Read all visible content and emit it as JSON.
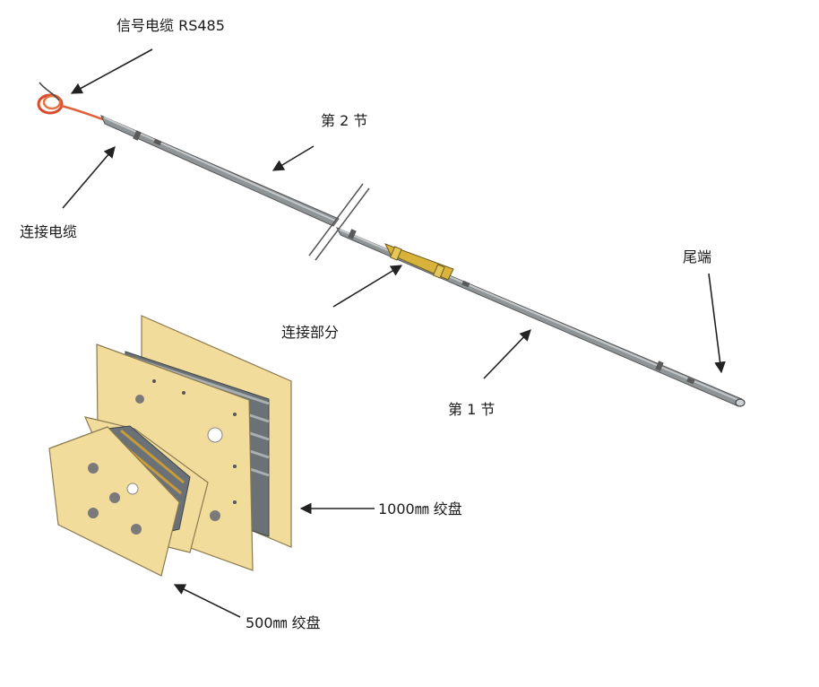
{
  "labels": {
    "signal_cable": "信号电缆 RS485",
    "connecting_cable": "连接电缆",
    "section_2": "第 2 节",
    "connecting_part": "连接部分",
    "section_1": "第 1 节",
    "tail_end": "尾端",
    "reel_1000": "1000㎜ 绞盘",
    "reel_500": "500㎜ 绞盘"
  },
  "colors": {
    "rod": "#8f9497",
    "rod_highlight": "#c4c8ca",
    "cable": "#e0603a",
    "plate": "#f2dc9b",
    "plate_edge": "#8a7a50",
    "hole": "#7a7a7a",
    "connector": "#d8b23a",
    "arrow": "#222222"
  }
}
